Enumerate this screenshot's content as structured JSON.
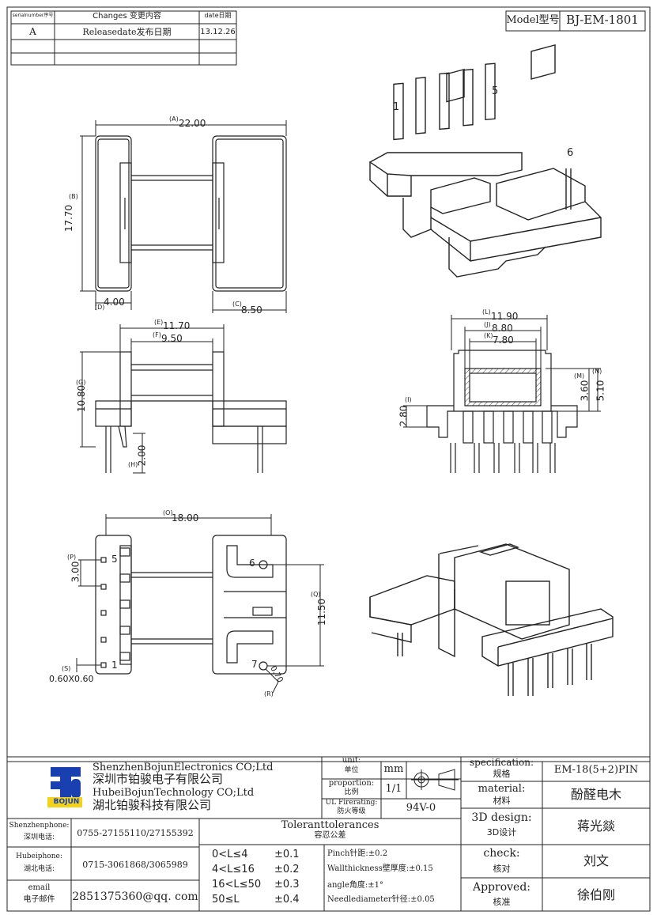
{
  "revision": {
    "headers": [
      "serialnumber序号",
      "Changes 变更内容",
      "date日期"
    ],
    "rows": [
      [
        "A",
        "Releasedate发布日期",
        "13.12.26"
      ],
      [
        "",
        "",
        ""
      ],
      [
        "",
        "",
        ""
      ]
    ]
  },
  "model": {
    "label": "Model型号",
    "value": "BJ-EM-1801"
  },
  "views": {
    "top_left": {
      "A": "(A)",
      "A_val": "22.00",
      "B": "(B)",
      "B_val": "17.70",
      "C": "(C)",
      "C_val": "8.50",
      "D": "(D)",
      "D_val": "4.00"
    },
    "mid_left": {
      "E": "(E)",
      "E_val": "11.70",
      "F": "(F)",
      "F_val": "9.50",
      "G": "(G)",
      "G_val": "10.80",
      "H": "(H)",
      "H_val": "2.00"
    },
    "mid_right": {
      "L": "(L)",
      "L_val": "11.90",
      "J": "(J)",
      "J_val": "8.80",
      "K": "(K)",
      "K_val": "7.80",
      "M": "(M)",
      "M_val": "3.60",
      "N": "(N)",
      "N_val": "5.10",
      "I": "(I)",
      "I_val": "2.80"
    },
    "bottom_left": {
      "O": "(O)",
      "O_val": "18.00",
      "P": "(P)",
      "P_val": "3.00",
      "Q": "(Q)",
      "Q_val": "11.50",
      "S": "(S)",
      "S_val": "0.60X0.60",
      "R": "(R)",
      "R_val": "0.70",
      "pin5": "5",
      "pin1": "1",
      "pin6": "6",
      "pin7": "7"
    },
    "iso_top": {
      "pin1": "1",
      "pin5": "5",
      "pin6": "6"
    }
  },
  "company": {
    "name_en1": "ShenzhenBojunElectronics CO;Ltd",
    "name_cn1": "深圳市铂骏电子有限公司",
    "name_en2": "HubeiBojunTechnology CO;Ltd",
    "name_cn2": "湖北铂骏科技有限公司",
    "logo_text": "BOJUN"
  },
  "contacts": [
    {
      "label1": "Shenzhenphone:",
      "label2": "深圳电话:",
      "value": "0755-27155110/27155392"
    },
    {
      "label1": "Hubeiphone:",
      "label2": "湖北电话:",
      "value": "0715-3061868/3065989"
    },
    {
      "label1": "email",
      "label2": "电子邮件",
      "value": "2851375360@qq. com"
    }
  ],
  "meta": {
    "unit_label1": "unit:",
    "unit_label2": "单位",
    "unit_value": "mm",
    "prop_label1": "proportion:",
    "prop_label2": "比例",
    "prop_value": "1/1",
    "ul_label1": "UL Firerating:",
    "ul_label2": "防火等级",
    "ul_value": "94V-0"
  },
  "tolerances": {
    "title_en": "Toleranttolerances",
    "title_cn": "容忍公差",
    "ranges": [
      {
        "range": "0<L≤4",
        "tol": "±0.1"
      },
      {
        "range": "4<L≤16",
        "tol": "±0.2"
      },
      {
        "range": "16<L≤50",
        "tol": "±0.3"
      },
      {
        "range": "50≤L",
        "tol": "±0.4"
      }
    ],
    "notes": [
      "Pinch针距:±0.2",
      "Wallthickness壁厚度:±0.15",
      "angle角度:±1°",
      "Needlediameter针径:±0.05"
    ]
  },
  "spec": [
    {
      "label1": "specification:",
      "label2": "规格",
      "value": "EM-18(5+2)PIN"
    },
    {
      "label1": "material:",
      "label2": "材料",
      "value": "酚醛电木"
    },
    {
      "label1": "3D design:",
      "label2": "3D设计",
      "value": "蒋光燚"
    },
    {
      "label1": "check:",
      "label2": "核对",
      "value": "刘文"
    },
    {
      "label1": "Approved:",
      "label2": "核准",
      "value": "徐伯刚"
    }
  ]
}
